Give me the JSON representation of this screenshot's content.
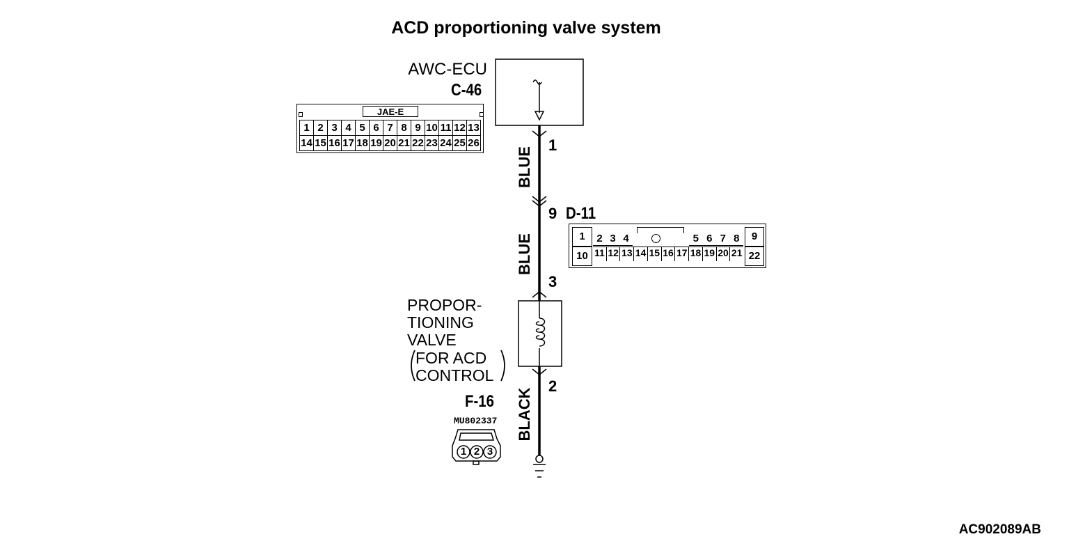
{
  "title": "ACD proportioning valve system",
  "ecu": {
    "name": "AWC-ECU",
    "connector": "C-46",
    "pin": "1"
  },
  "wires": [
    {
      "color": "BLUE"
    },
    {
      "color": "BLUE"
    },
    {
      "color": "BLACK"
    }
  ],
  "junction": {
    "connector": "D-11",
    "pin_in": "9",
    "pin_out": "3"
  },
  "valve": {
    "label_lines": [
      "PROPOR-",
      "TIONING",
      "VALVE",
      "FOR ACD",
      "CONTROL"
    ],
    "connector": "F-16",
    "part_number": "MU802337",
    "pin_ground": "2"
  },
  "c46_header": "JAE-E",
  "c46_row1": [
    "1",
    "2",
    "3",
    "4",
    "5",
    "6",
    "7",
    "8",
    "9",
    "10",
    "11",
    "12",
    "13"
  ],
  "c46_row2": [
    "14",
    "15",
    "16",
    "17",
    "18",
    "19",
    "20",
    "21",
    "22",
    "23",
    "24",
    "25",
    "26"
  ],
  "d11_row1": [
    "1",
    "2",
    "3",
    "4",
    "5",
    "6",
    "7",
    "8",
    "9"
  ],
  "d11_row2": [
    "10",
    "11",
    "12",
    "13",
    "14",
    "15",
    "16",
    "17",
    "18",
    "19",
    "20",
    "21",
    "22"
  ],
  "f16_pins": [
    "1",
    "2",
    "3"
  ],
  "footer_code": "AC902089AB"
}
